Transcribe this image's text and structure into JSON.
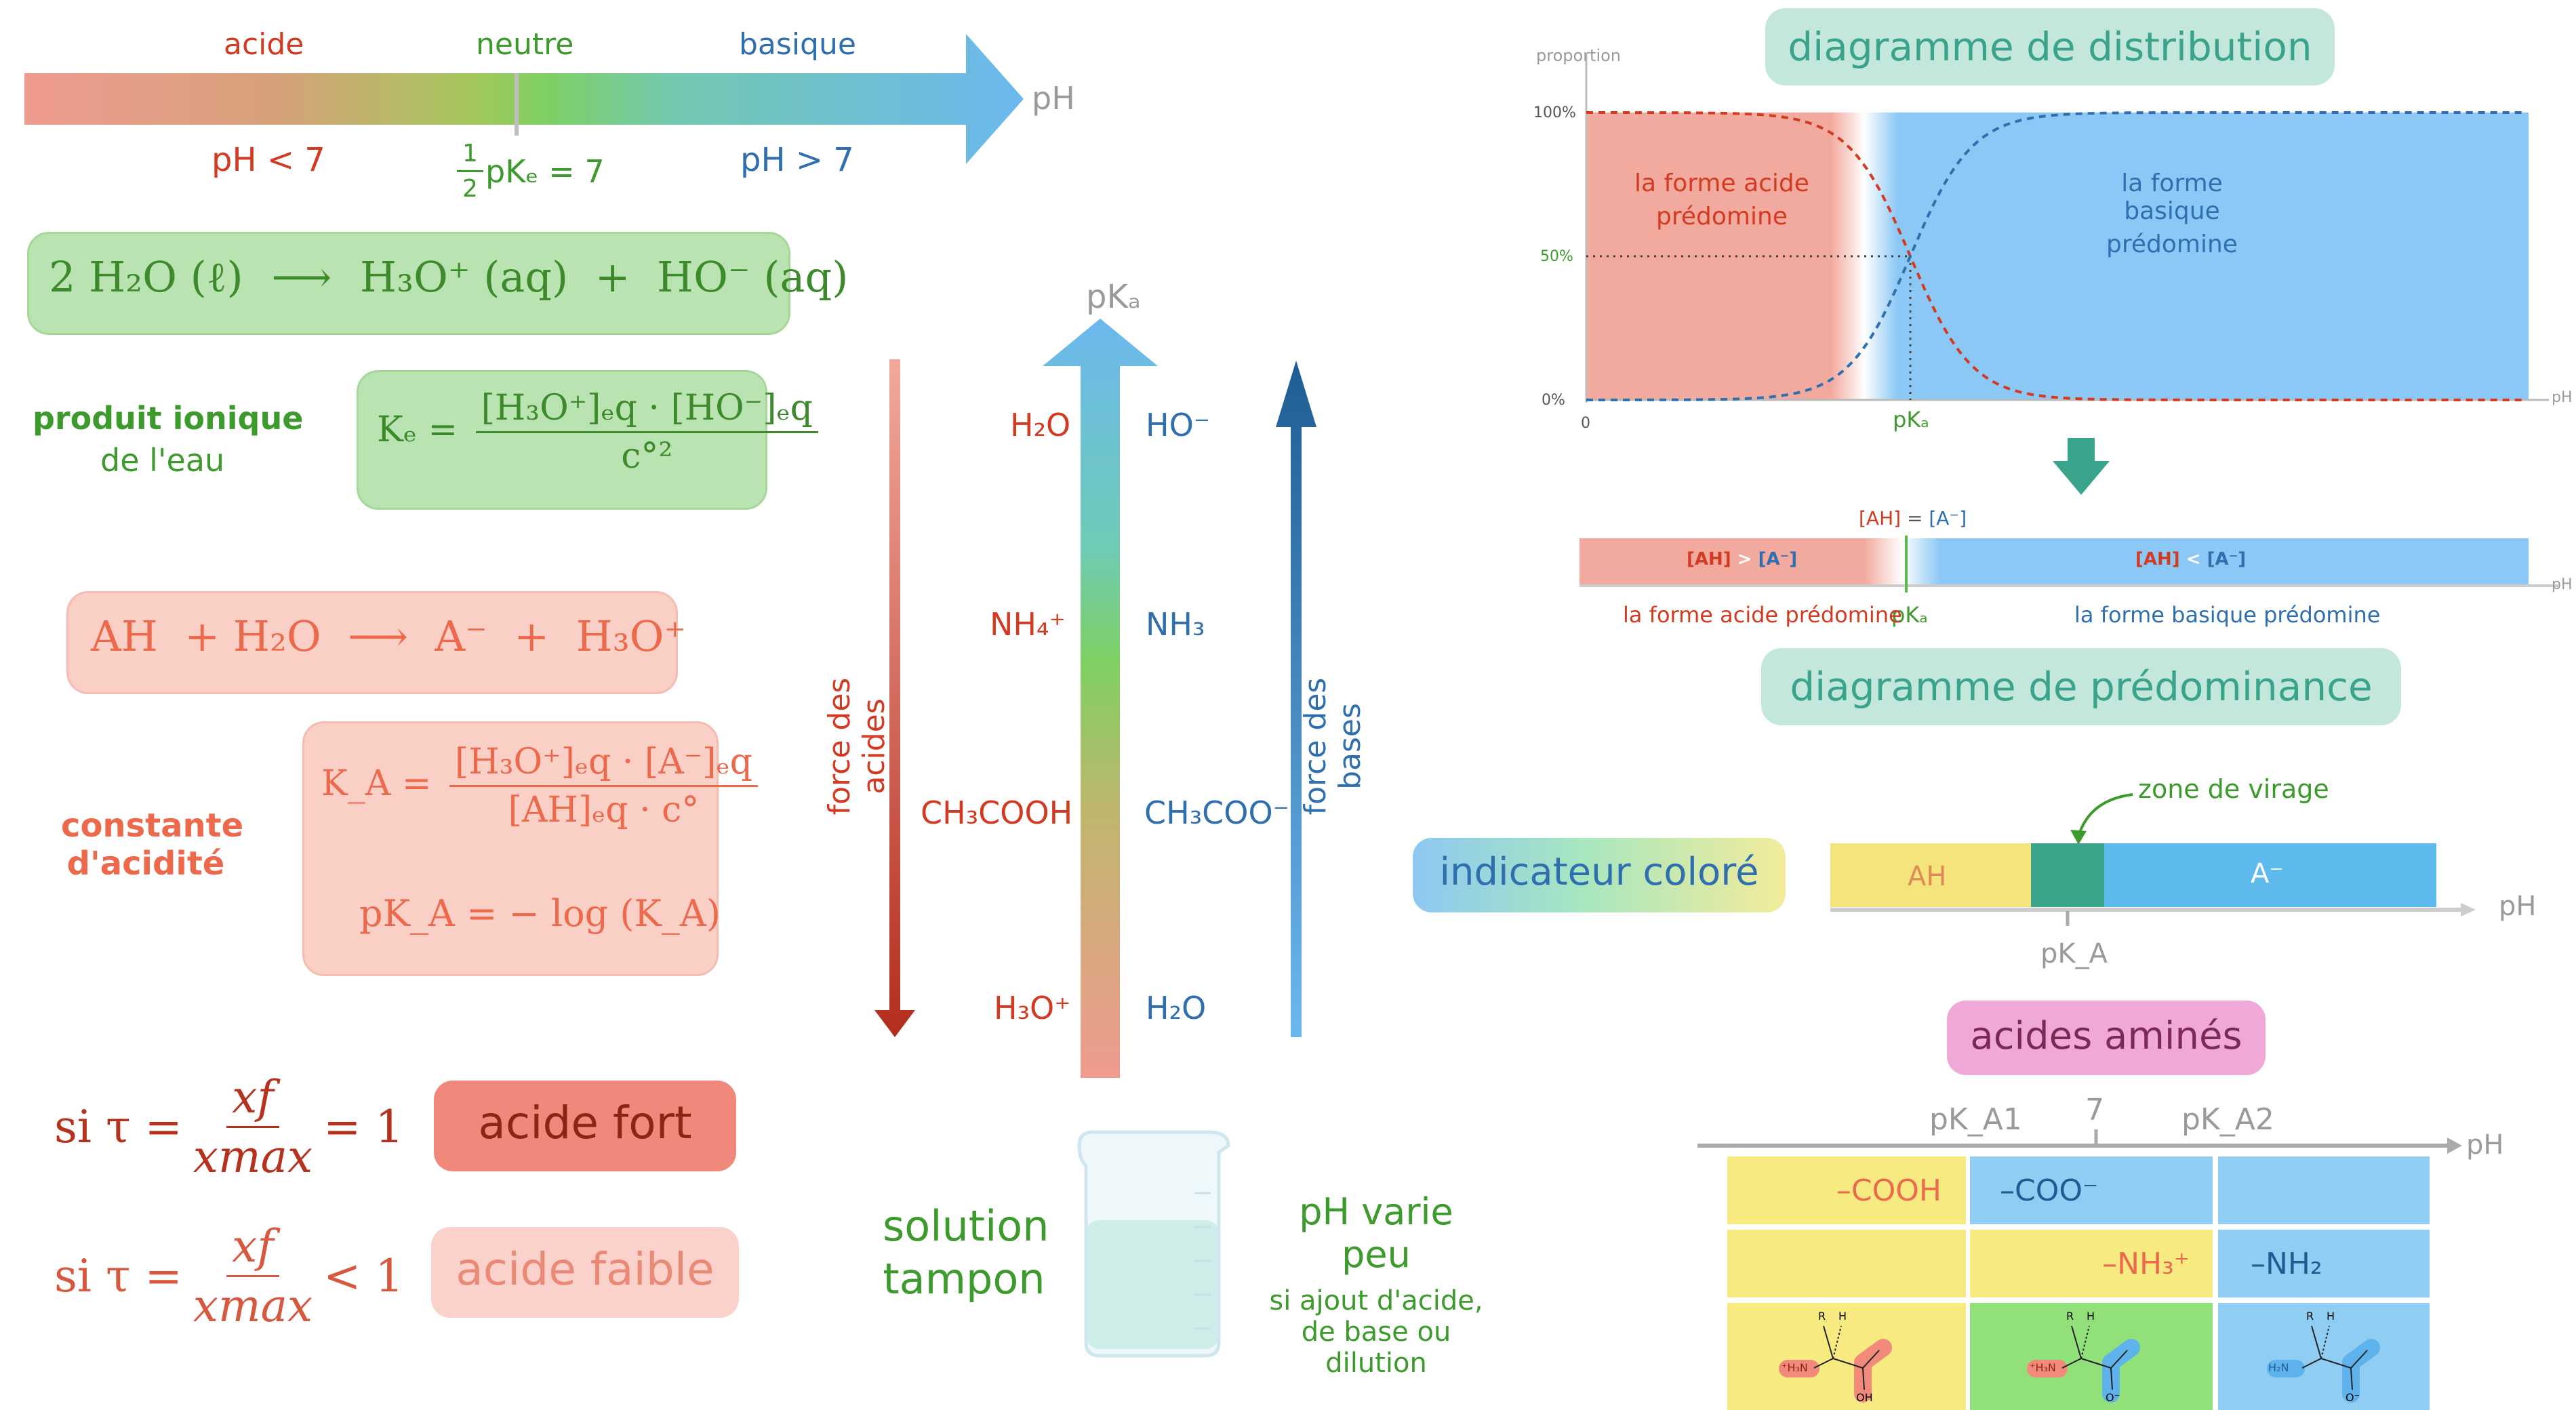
{
  "ph_scale": {
    "acide": "acide",
    "neutre": "neutre",
    "basique": "basique",
    "axis": "pH",
    "lt": "pH < 7",
    "half": "1",
    "two": "2",
    "pke": "pKₑ = 7",
    "gt": "pH > 7"
  },
  "water": {
    "equation_left": "2 H₂O (ℓ)",
    "arrow": "⟶",
    "equation_right": "H₃O⁺ (aq)  +  HO⁻ (aq)",
    "ionic_title": "produit ionique",
    "ionic_sub": "de l'eau",
    "ke_lhs": "Kₑ =",
    "ke_num": "[H₃O⁺]ₑq · [HO⁻]ₑq",
    "ke_den": "c°²"
  },
  "acid": {
    "equation": "AH  + H₂O  ⟶  A⁻  +  H₃O⁺",
    "const_title_1": "constante",
    "const_title_2": "d'acidité",
    "ka_lhs": "K_A =",
    "ka_num": "[H₃O⁺]ₑq · [A⁻]ₑq",
    "ka_den": "[AH]ₑq · c°",
    "pka": "pK_A = − log (K_A)"
  },
  "tau": {
    "si1": "si τ =",
    "xf": "xf",
    "xmax": "xmax",
    "eq1": "= 1",
    "si2": "si τ =",
    "lt1": "< 1",
    "fort": "acide fort",
    "faible": "acide faible"
  },
  "pka_scale": {
    "axis": "pKₐ",
    "acids": [
      "H₂O",
      "NH₄⁺",
      "CH₃COOH",
      "H₃O⁺"
    ],
    "bases": [
      "HO⁻",
      "NH₃",
      "CH₃COO⁻",
      "H₂O"
    ],
    "force_acides": "force des acides",
    "force_bases": "force des bases"
  },
  "buffer": {
    "title_1": "solution",
    "title_2": "tampon",
    "desc_1": "pH varie peu",
    "desc_2": "si ajout d'acide,",
    "desc_3": "de base ou dilution"
  },
  "distribution": {
    "title": "diagramme de distribution",
    "ylabel": "proportion",
    "y_ticks": [
      "100%",
      "50%",
      "0%"
    ],
    "x0": "0",
    "xaxis": "pH",
    "acid_text_1": "la forme acide",
    "acid_text_2": "prédomine",
    "base_text_1": "la forme basique",
    "base_text_2": "prédomine",
    "pka": "pKₐ"
  },
  "predominance": {
    "eq_label_ah": "[AH]",
    "eq_label_eq": "=",
    "eq_label_a": "[A⁻]",
    "left_ah": "[AH]",
    "left_op": ">",
    "left_a": "[A⁻]",
    "right_ah": "[AH]",
    "right_op": "<",
    "right_a": "[A⁻]",
    "axis": "pH",
    "pka": "pKₐ",
    "acid_text": "la forme acide prédomine",
    "base_text": "la forme basique prédomine",
    "title": "diagramme de prédominance"
  },
  "indicator": {
    "title": "indicateur coloré",
    "zone": "zone de virage",
    "ah": "AH",
    "a": "A⁻",
    "axis": "pH",
    "pka": "pK_A"
  },
  "amino": {
    "title": "acides aminés",
    "pka1": "pK_A1",
    "seven": "7",
    "pka2": "pK_A2",
    "axis": "pH",
    "cooh": "–COOH",
    "coo": "–COO⁻",
    "nh3": "–NH₃⁺",
    "nh2": "–NH₂",
    "r": "R",
    "h": "H",
    "h3n": "⁺H₃N",
    "h2n": "H₂N",
    "oh": "OH",
    "o": "O",
    "ominus": "O⁻"
  },
  "colors": {
    "acid_red": "#d33a22",
    "base_blue": "#2f6fb0",
    "neutral_green": "#3d9a2c",
    "teal": "#3aa38b"
  }
}
